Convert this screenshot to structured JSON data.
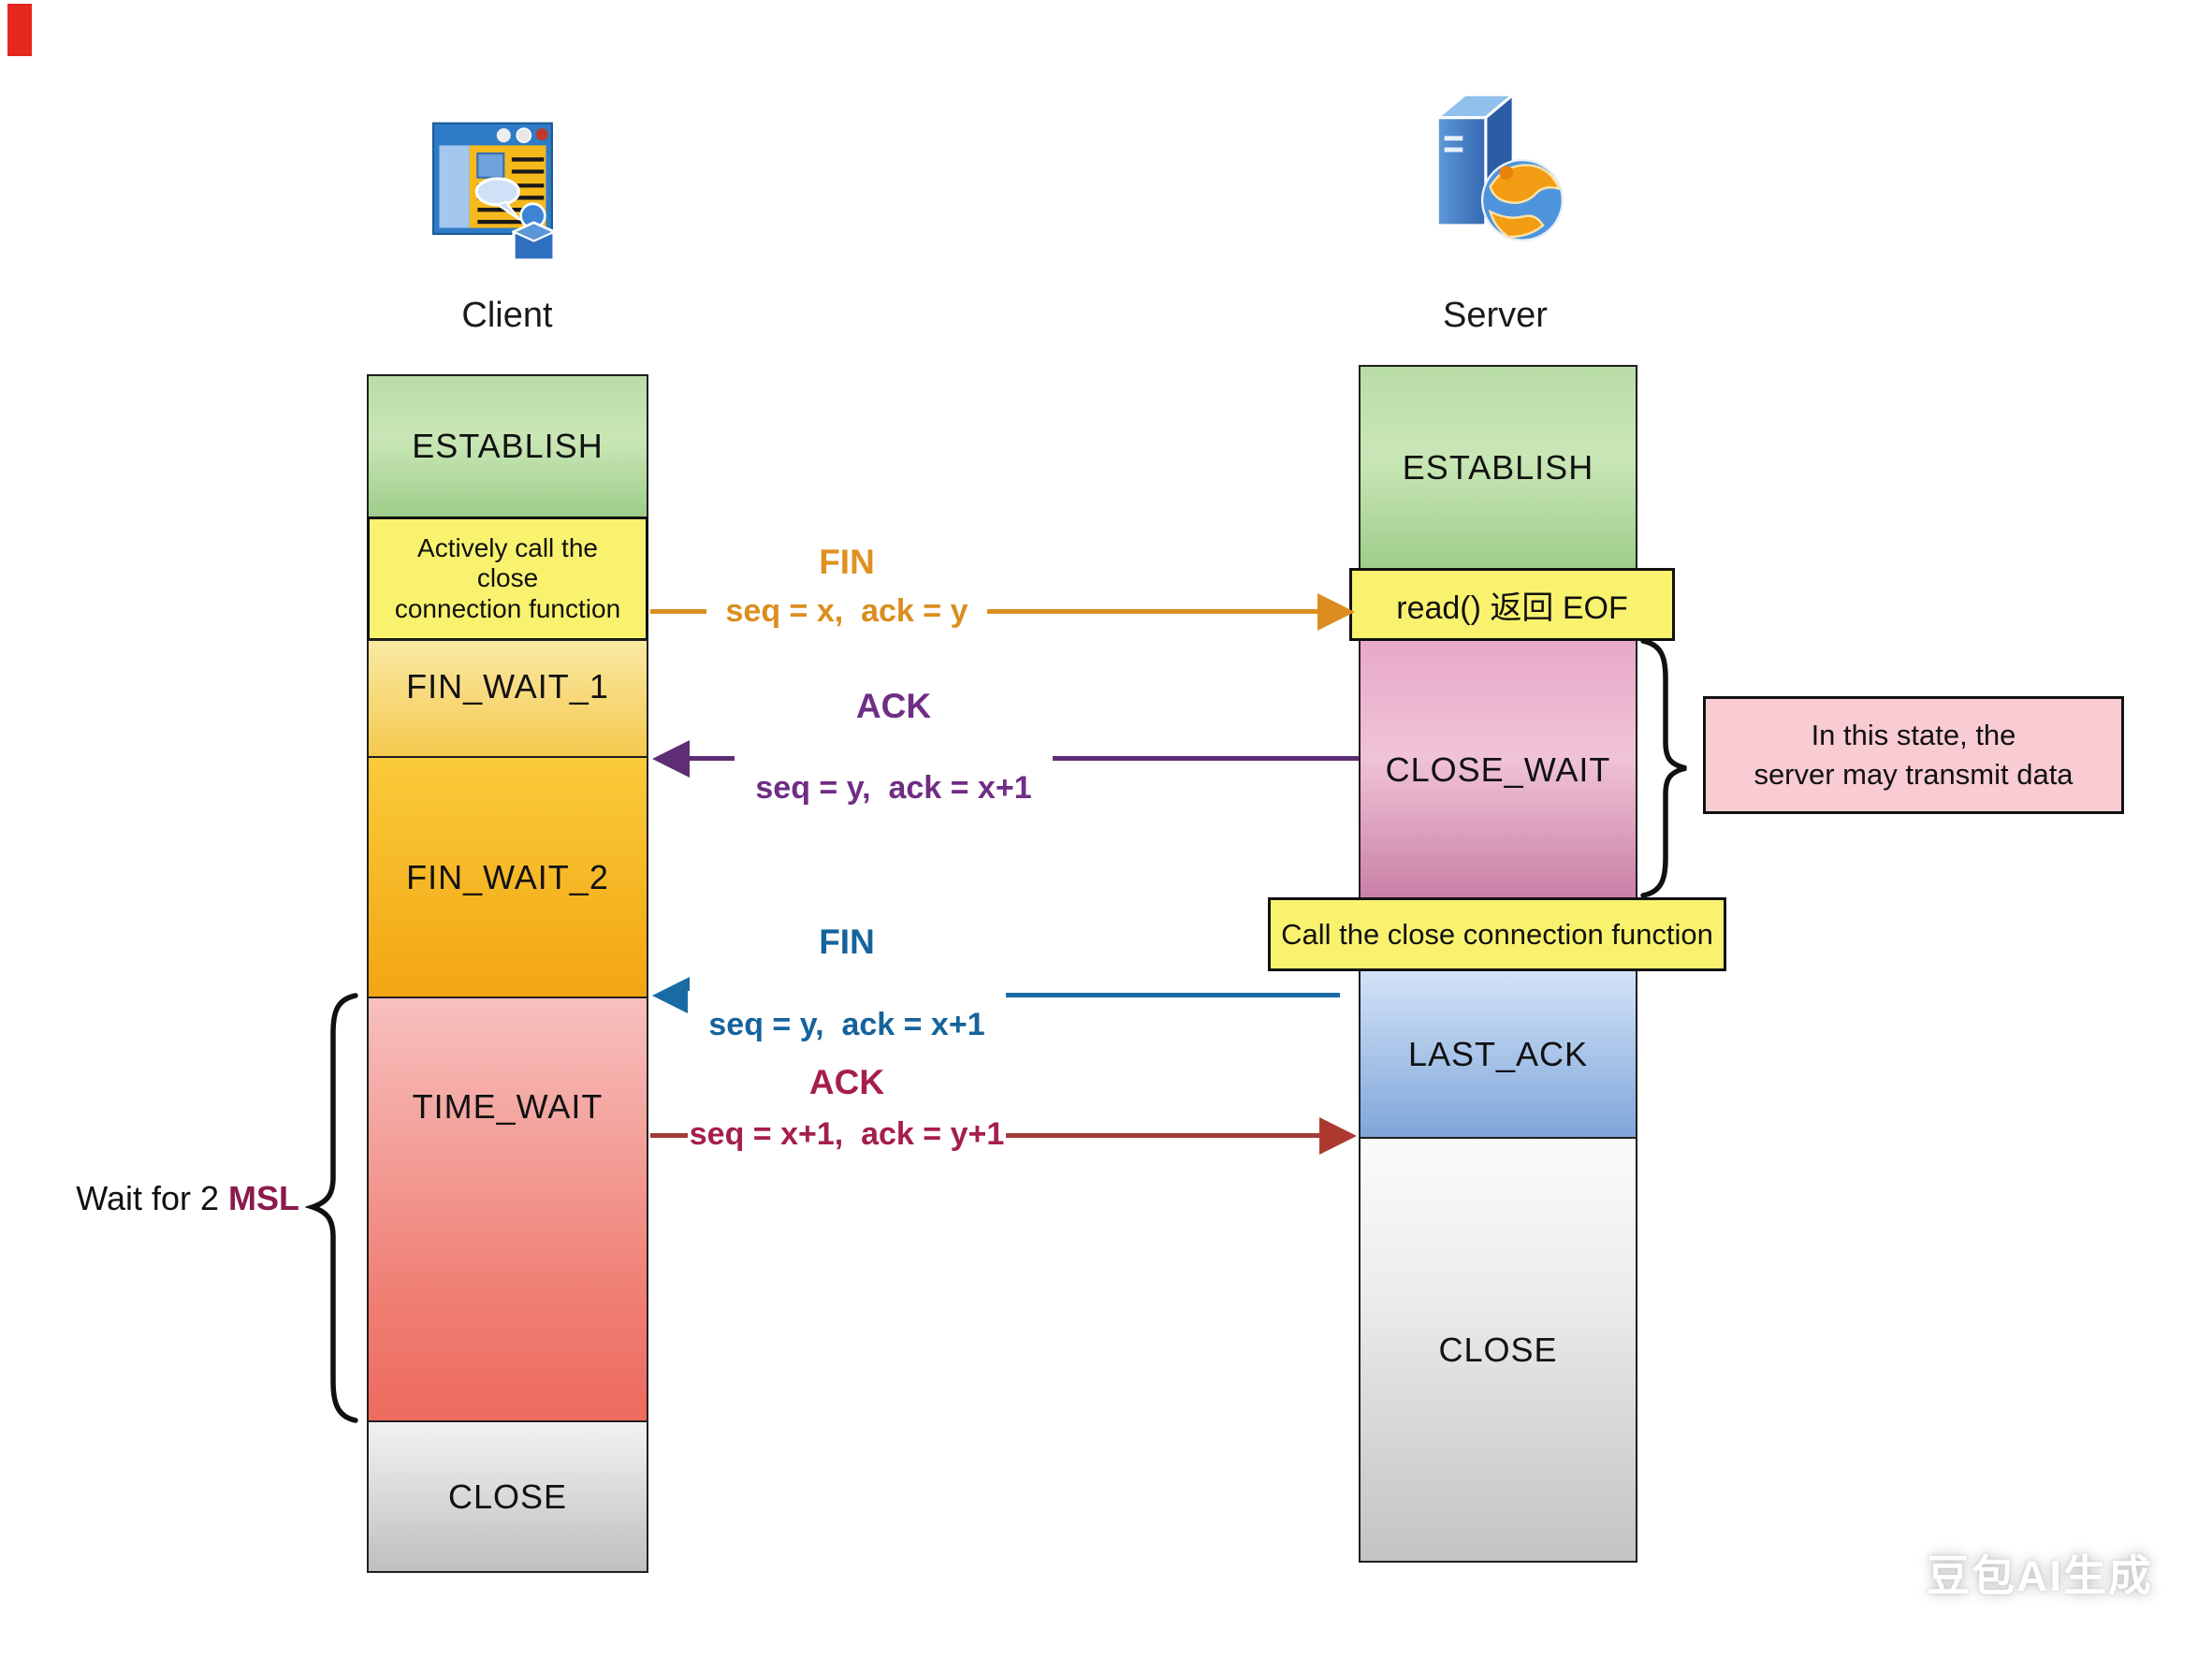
{
  "client": {
    "label": "Client",
    "states": {
      "establish": "ESTABLISH",
      "fin_wait_1": "FIN_WAIT_1",
      "fin_wait_2": "FIN_WAIT_2",
      "time_wait": "TIME_WAIT",
      "close": "CLOSE"
    },
    "note_lines": [
      "Actively call the",
      "close",
      "connection function"
    ]
  },
  "server": {
    "label": "Server",
    "states": {
      "establish": "ESTABLISH",
      "close_wait": "CLOSE_WAIT",
      "last_ack": "LAST_ACK",
      "close": "CLOSE"
    },
    "read_eof_note": "read() 返回 EOF",
    "call_close_note": "Call the close connection function"
  },
  "messages": {
    "fin_1": {
      "title": "FIN",
      "detail": "seq = x,  ack = y",
      "direction": "client-to-server",
      "color": "#DB8E1F"
    },
    "ack_1": {
      "title": "ACK",
      "detail": "seq = y,  ack = x+1",
      "direction": "server-to-client",
      "color": "#6F2D85"
    },
    "fin_2": {
      "title": "FIN",
      "detail": "seq = y,  ack = x+1",
      "direction": "server-to-client",
      "color": "#15639C"
    },
    "ack_2": {
      "title": "ACK",
      "detail": "seq = x+1,  ack = y+1",
      "direction": "client-to-server",
      "color": "#A51E4D"
    }
  },
  "annotations": {
    "wait_2msl": {
      "prefix": "Wait for 2 ",
      "highlight": "MSL"
    },
    "close_wait_note_lines": [
      "In this state, the",
      "server may transmit data"
    ]
  },
  "watermark": "豆包AI生成",
  "colors": {
    "establish_green": "#AFD79B",
    "note_yellow": "#F9F26E",
    "fin_wait_1_gold": "#F7D977",
    "fin_wait_2_amber": "#F6B722",
    "time_wait_red": "#F0867B",
    "close_wait_rose": "#DA94B9",
    "last_ack_blue": "#A9C5EA",
    "close_gray": "#D8D8D8",
    "annotation_pink": "#F9CBD2",
    "fin1_orange": "#DB8E1F",
    "ack1_purple": "#6F2D85",
    "fin2_blue": "#15639C",
    "ack2_maroon": "#A51E4D"
  }
}
